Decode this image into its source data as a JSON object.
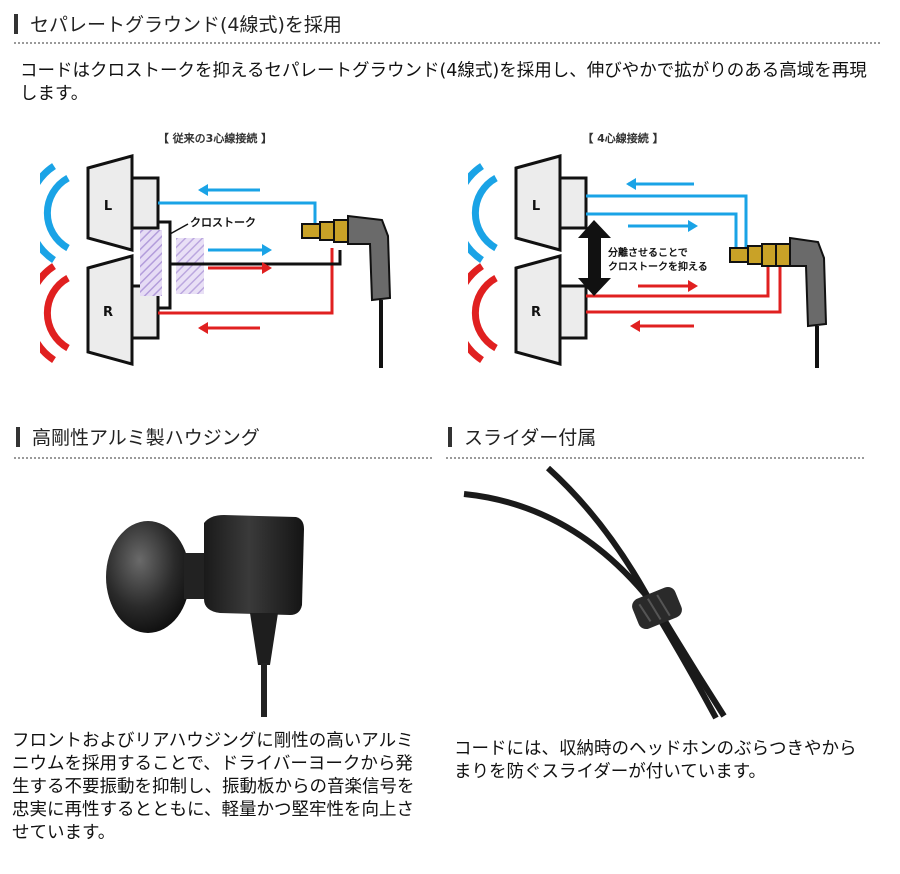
{
  "section1": {
    "heading": "セパレートグラウンド(4線式)を採用",
    "body": "コードはクロストークを抑えるセパレートグラウンド(4線式)を採用し、伸びやかで拡がりのある高域を再現します。",
    "left_diagram": {
      "caption": "【 従来の3心線接続 】",
      "left_label": "L",
      "right_label": "R",
      "crosstalk_label": "クロストーク"
    },
    "right_diagram": {
      "caption": "【 4心線接続 】",
      "left_label": "L",
      "right_label": "R",
      "note_line1": "分離させることで",
      "note_line2": "クロストークを抑える"
    }
  },
  "section2": {
    "heading": "高剛性アルミ製ハウジング",
    "body": "フロントおよびリアハウジングに剛性の高いアルミニウムを採用することで、ドライバーヨークから発生する不要振動を抑制し、振動板からの音楽信号を忠実に再性するとともに、軽量かつ堅牢性を向上させています。"
  },
  "section3": {
    "heading": "スライダー付属",
    "body": "コードには、収納時のヘッドホンのぶらつきやからまりを防ぐスライダーが付いています。"
  },
  "colors": {
    "blue": "#1aa3e6",
    "red": "#e02020",
    "black": "#111111",
    "gold": "#c9a227",
    "purple_hatch": "#b39ddb",
    "rule": "#9a9a9a"
  }
}
